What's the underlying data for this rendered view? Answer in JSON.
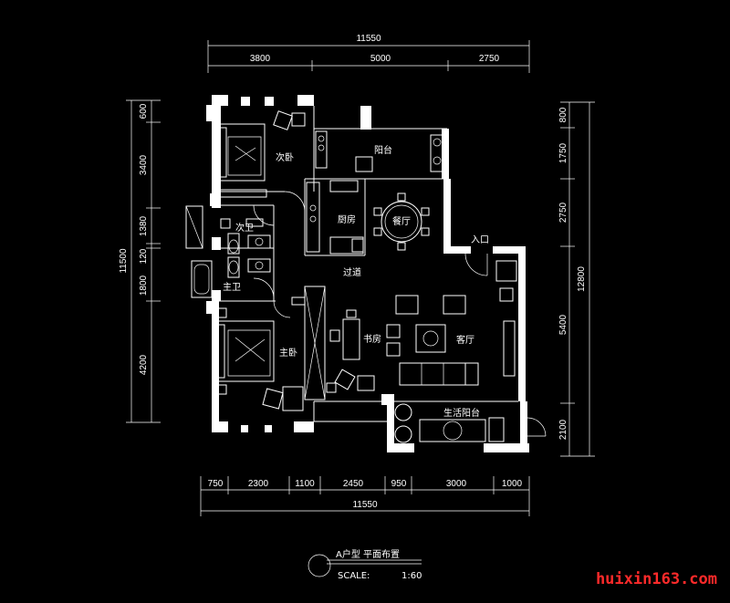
{
  "dims": {
    "top_total": "11550",
    "top_segments": [
      "3800",
      "5000",
      "2750"
    ],
    "bottom_segments": [
      "750",
      "2300",
      "1100",
      "2450",
      "950",
      "3000",
      "1000"
    ],
    "bottom_total": "11550",
    "left_total": "11500",
    "left_segments": [
      "600",
      "3400",
      "1380",
      "120",
      "1800",
      "4200"
    ],
    "right_segments": [
      "800",
      "1750",
      "2750",
      "5400",
      "2100"
    ],
    "right_total": "12800"
  },
  "rooms": {
    "second_bedroom": "次卧",
    "balcony": "阳台",
    "kitchen": "厨房",
    "dining": "餐厅",
    "second_bath": "次卫",
    "master_bath": "主卫",
    "corridor": "过道",
    "entrance": "入口",
    "master_bedroom": "主卧",
    "study": "书房",
    "living": "客厅",
    "service_balcony": "生活阳台"
  },
  "title": {
    "name": "A户型  平面布置",
    "scale_label": "SCALE:",
    "scale_value": "1:60"
  },
  "watermark": "huixin163.com",
  "colors": {
    "background": "#000000",
    "lines": "#ffffff",
    "watermark": "#ff2a2a"
  }
}
